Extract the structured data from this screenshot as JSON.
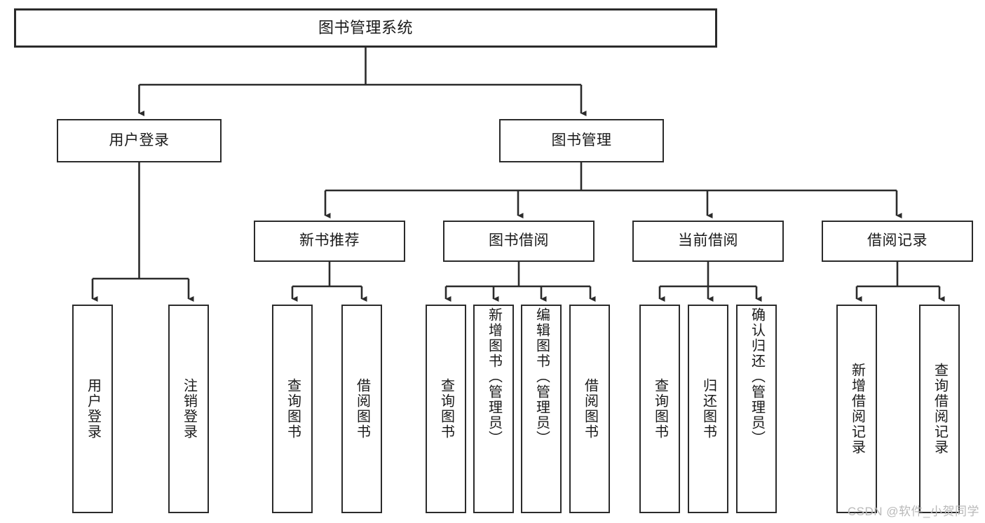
{
  "diagram": {
    "title": "图书管理系统",
    "watermark": "CSDN @软件_小贺同学",
    "root": {
      "label": "图书管理系统"
    },
    "level1": [
      {
        "label": "用户登录"
      },
      {
        "label": "图书管理"
      }
    ],
    "level2": [
      {
        "label": "新书推荐"
      },
      {
        "label": "图书借阅"
      },
      {
        "label": "当前借阅"
      },
      {
        "label": "借阅记录"
      }
    ],
    "leaves": {
      "user_login": [
        {
          "label": "用户登录"
        },
        {
          "label": "注销登录"
        }
      ],
      "new_book_recommend": [
        {
          "label": "查询图书"
        },
        {
          "label": "借阅图书"
        }
      ],
      "book_borrow": [
        {
          "label": "查询图书"
        },
        {
          "label": "新增图书（管理员）"
        },
        {
          "label": "编辑图书（管理员）"
        },
        {
          "label": "借阅图书"
        }
      ],
      "current_borrow": [
        {
          "label": "查询图书"
        },
        {
          "label": "归还图书"
        },
        {
          "label": "确认归还（管理员）"
        }
      ],
      "borrow_record": [
        {
          "label": "新增借阅记录"
        },
        {
          "label": "查询借阅记录"
        }
      ]
    }
  },
  "colors": {
    "border": "#2b2b2b",
    "background": "#ffffff",
    "text": "#1a1a1a",
    "watermark": "#b9b9b9"
  }
}
